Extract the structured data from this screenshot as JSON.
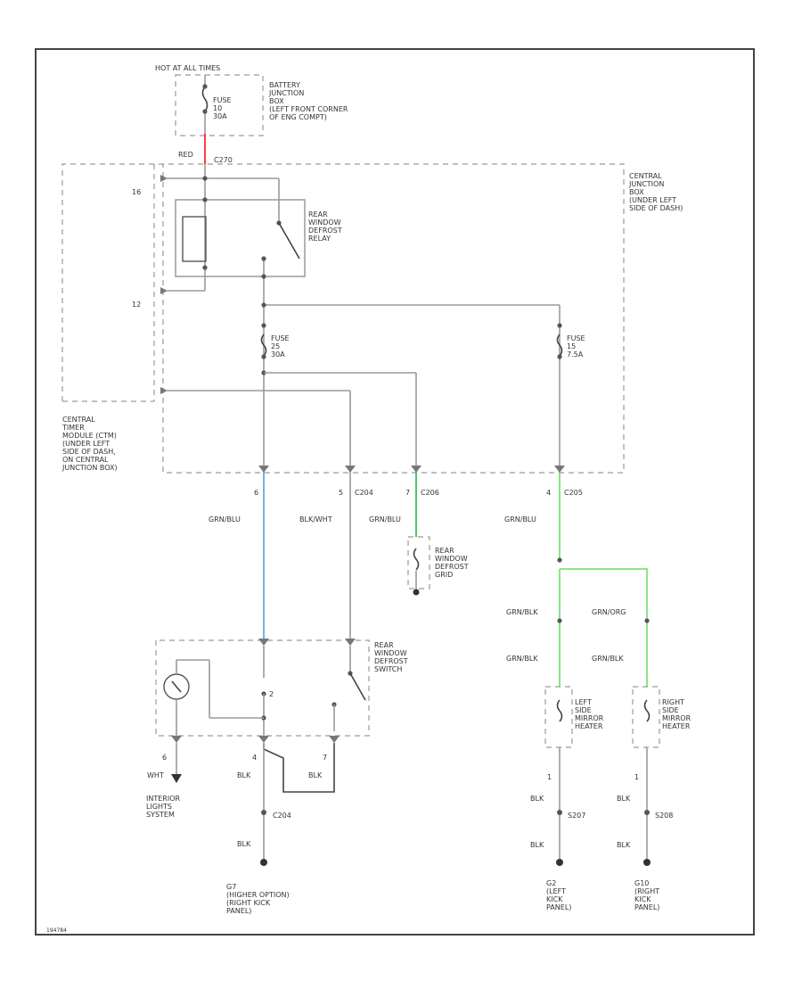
{
  "colors": {
    "red": "#ff3b3b",
    "blue": "#5b9bd5",
    "green": "#3cbf56",
    "light_green": "#7fe07a",
    "wire": "#9a9a9a",
    "ground": "#333333"
  },
  "labels": {
    "hot_at_all_times": "HOT AT ALL TIMES",
    "bjb_fuse": "FUSE\n10\n30A",
    "bjb_location": "BATTERY\nJUNCTION\nBOX\n(LEFT FRONT CORNER\nOF ENG COMPT)",
    "red": "RED",
    "c270": "C270",
    "cjb_location": "CENTRAL\nJUNCTION\nBOX\n(UNDER LEFT\nSIDE OF DASH)",
    "pin_16": "16",
    "pin_12": "12",
    "relay": "REAR\nWINDOW\nDEFROST\nRELAY",
    "fuse_left": "FUSE\n25\n30A",
    "fuse_right": "FUSE\n15\n7.5A",
    "ctm_location": "CENTRAL\nTIMER\nMODULE (CTM)\n(UNDER LEFT\nSIDE OF DASH,\nON CENTRAL\nJUNCTION BOX)",
    "pin_6": "6",
    "pin_5": "5",
    "c204_5": "C204",
    "pin_7": "7",
    "c206_7": "C206",
    "pin_4": "4",
    "c205": "C205",
    "w_grn_blu_1": "GRN/BLU",
    "w_blk_wht": "BLK/WHT",
    "w_grn_blu_2": "GRN/BLU",
    "w_grn_blu_3": "GRN/BLU",
    "grid": "REAR\nWINDOW\nDEFROST\nGRID",
    "w_grn_blk_1": "GRN/BLK",
    "w_grn_org": "GRN/ORG",
    "w_grn_blk_2": "GRN/BLK",
    "w_grn_blk_3": "GRN/BLK",
    "switch": "REAR\nWINDOW\nDEFROST\nSWITCH",
    "sw_pin_2": "2",
    "sw_pin_6": "6",
    "sw_pin_4": "4",
    "sw_pin_7": "7",
    "w_wht": "WHT",
    "w_blk_1": "BLK",
    "w_blk_2": "BLK",
    "interior_lights": "INTERIOR\nLIGHTS\nSYSTEM",
    "c204": "C204",
    "w_blk_3": "BLK",
    "g7": "G7\n(HIGHER OPTION)\n(RIGHT KICK\nPANEL)",
    "left_mirror": "LEFT\nSIDE\nMIRROR\nHEATER",
    "right_mirror": "RIGHT\nSIDE\nMIRROR\nHEATER",
    "lm_pin": "1",
    "rm_pin": "1",
    "w_blk_4": "BLK",
    "w_blk_5": "BLK",
    "s207": "S207",
    "s208": "S208",
    "w_blk_6": "BLK",
    "w_blk_7": "BLK",
    "g2": "G2\n(LEFT\nKICK\nPANEL)",
    "g10": "G10\n(RIGHT\nKICK\nPANEL)",
    "figure_id": "194784"
  }
}
